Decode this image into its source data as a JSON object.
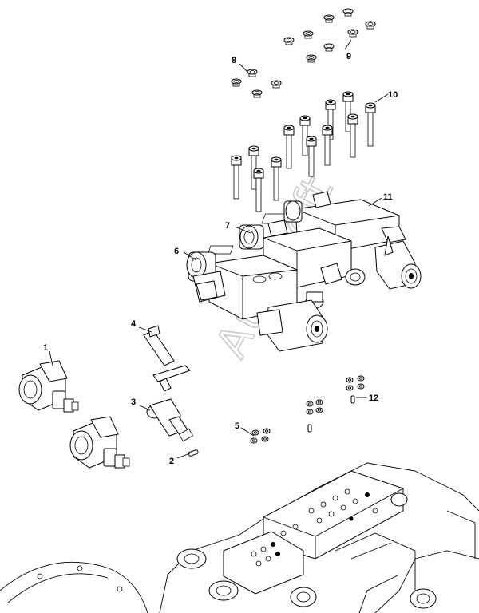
{
  "watermark": "AutoSoft",
  "callouts": [
    "1",
    "2",
    "3",
    "4",
    "5",
    "6",
    "7",
    "8",
    "9",
    "10",
    "11",
    "12"
  ],
  "colors": {
    "line": "#000000",
    "fill": "#ffffff",
    "watermark": "#c9c9c9"
  }
}
